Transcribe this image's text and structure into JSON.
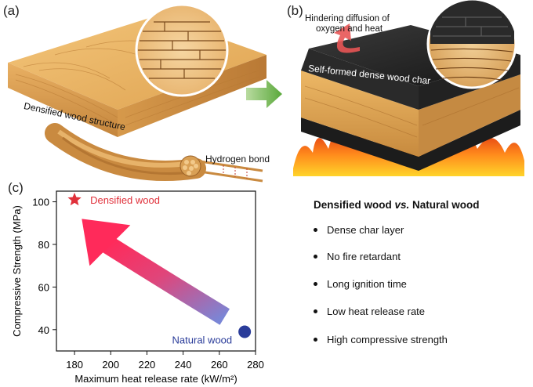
{
  "panels": {
    "a": {
      "label": "(a)",
      "structure_label": "Densified wood structure",
      "bond_label": "Hydrogen bond"
    },
    "b": {
      "label": "(b)",
      "diffusion_label_line1": "Hindering diffusion of",
      "diffusion_label_line2": "oxygen and heat",
      "char_label": "Self-formed dense wood char"
    },
    "c": {
      "label": "(c)"
    }
  },
  "comparison": {
    "title_a": "Densified wood ",
    "title_vs": "vs.",
    "title_b": " Natural wood",
    "items": [
      "Dense char layer",
      "No fire retardant",
      "Long ignition time",
      "Low heat release rate",
      "High compressive strength"
    ]
  },
  "chart_data": {
    "type": "scatter",
    "xlabel": "Maximum heat release rate (kW/m²)",
    "ylabel": "Compressive Strength (MPa)",
    "xlim": [
      170,
      280
    ],
    "ylim": [
      30,
      105
    ],
    "xticks": [
      180,
      200,
      220,
      240,
      260,
      280
    ],
    "yticks": [
      40,
      60,
      80,
      100
    ],
    "series": [
      {
        "name": "Densified wood",
        "x": 180,
        "y": 101,
        "marker": "star",
        "color": "#e0303a"
      },
      {
        "name": "Natural wood",
        "x": 274,
        "y": 39,
        "marker": "circle",
        "color": "#2a3c9a"
      }
    ],
    "arrow": {
      "from": [
        263,
        46
      ],
      "to": [
        184,
        92
      ]
    }
  }
}
